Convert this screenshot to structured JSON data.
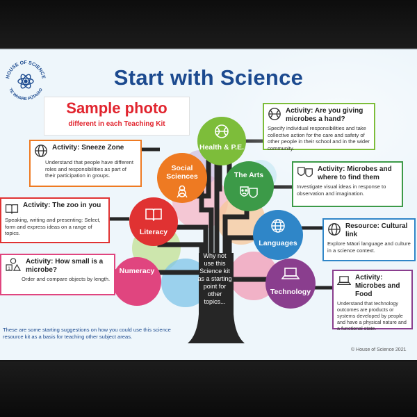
{
  "poster": {
    "title": "Start with Science",
    "logo": {
      "text_top": "HOUSE OF SCIENCE",
      "text_bottom": "TE WHARE PŪTAIAO",
      "icon": "atom-icon"
    },
    "sample": {
      "title": "Sample photo",
      "subtitle": "different in each Teaching Kit"
    },
    "trunk_text": "Why not use this Science kit as a starting point for other topics...",
    "footer_note": "These are some starting suggestions on how you could use this science resource kit as a basis for teaching other subject areas.",
    "copyright": "© House of Science 2021",
    "topics": [
      {
        "id": "health",
        "label": "Health & P.E.",
        "color": "#7dbd3a",
        "icon": "ball-icon"
      },
      {
        "id": "social",
        "label": "Social Sciences",
        "color": "#ee7a22",
        "icon": "people-icon"
      },
      {
        "id": "arts",
        "label": "The Arts",
        "color": "#3c9a48",
        "icon": "masks-icon"
      },
      {
        "id": "literacy",
        "label": "Literacy",
        "color": "#e03232",
        "icon": "book-icon"
      },
      {
        "id": "languages",
        "label": "Languages",
        "color": "#2f86c8",
        "icon": "globe-icon"
      },
      {
        "id": "numeracy",
        "label": "Numeracy",
        "color": "#e0457f",
        "icon": "numbers-icon"
      },
      {
        "id": "technology",
        "label": "Technology",
        "color": "#8a3e8e",
        "icon": "laptop-icon"
      }
    ],
    "activities": {
      "sneeze": {
        "title": "Activity: Sneeze Zone",
        "body": "Understand that people have different roles and responsibilities as part of their participation in groups.",
        "icon": "globe-icon",
        "color": "#ee7a22"
      },
      "zoo": {
        "title": "Activity: The zoo in you",
        "body": "Speaking, writing and presenting: Select, form and express ideas on a range of topics.",
        "icon": "book-icon",
        "color": "#e03232"
      },
      "small": {
        "title": "Activity: How small is a microbe?",
        "body": "Order and compare objects by length.",
        "icon": "numbers-icon",
        "color": "#e0457f"
      },
      "giving": {
        "title": "Activity: Are you giving microbes a hand?",
        "body": "Specify individual responsibilities and take collective action for the care and safety of other people in their school and in the wider community.",
        "icon": "ball-icon",
        "color": "#7dbd3a"
      },
      "where": {
        "title": "Activity: Microbes and where to find them",
        "body": "Investigate visual ideas in response to observation and imagination.",
        "icon": "masks-icon",
        "color": "#3c9a48"
      },
      "cultural": {
        "title": "Resource: Cultural link",
        "body": "Explore Māori language and culture in a science context.",
        "icon": "globe-icon",
        "color": "#2f86c8"
      },
      "food": {
        "title": "Activity: Microbes and Food",
        "body": "Understand that technology outcomes are products or systems developed by people and have a physical nature and a functional state.",
        "icon": "laptop-icon",
        "color": "#8a3e8e"
      }
    }
  }
}
